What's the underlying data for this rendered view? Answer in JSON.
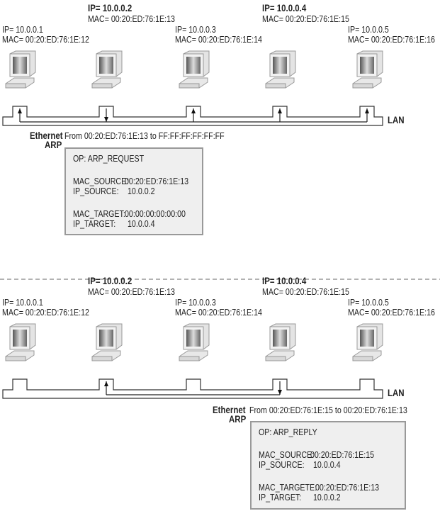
{
  "hosts": [
    {
      "ip": "IP= 10.0.0.1",
      "mac": "MAC= 00:20:ED:76:1E:12"
    },
    {
      "ip": "IP= 10.0.0.2",
      "mac": "MAC= 00:20:ED:76:1E:13"
    },
    {
      "ip": "IP= 10.0.0.3",
      "mac": "MAC= 00:20:ED:76:1E:14"
    },
    {
      "ip": "IP= 10.0.0.4",
      "mac": "MAC= 00:20:ED:76:1E:15"
    },
    {
      "ip": "IP= 10.0.0.5",
      "mac": "MAC= 00:20:ED:76:1E:16"
    }
  ],
  "lan_label": "LAN",
  "request": {
    "ethernet_label": "Ethernet",
    "ethernet_text": "From 00:20:ED:76:1E:13 to FF:FF:FF:FF:FF:FF",
    "arp_label": "ARP",
    "op": "OP: ARP_REQUEST",
    "mac_source_label": "MAC_SOURCE:",
    "mac_source": "00:20:ED:76:1E:13",
    "ip_source_label": "IP_SOURCE:",
    "ip_source": "10.0.0.2",
    "mac_target_label": "MAC_TARGET:",
    "mac_target": "00:00:00:00:00:00",
    "ip_target_label": "IP_TARGET:",
    "ip_target": "10.0.0.4"
  },
  "reply": {
    "ethernet_label": "Ethernet",
    "ethernet_text": "From 00:20:ED:76:1E:15 to 00:20:ED:76:1E:13",
    "arp_label": "ARP",
    "op": "OP: ARP_REPLY",
    "mac_source_label": "MAC_SOURCE:",
    "mac_source": "00:20:ED:76:1E:15",
    "ip_source_label": "IP_SOURCE:",
    "ip_source": "10.0.0.4",
    "mac_target_label": "MAC_TARGETE:",
    "mac_target": "00:20:ED:76:1E:13",
    "ip_target_label": "IP_TARGET:",
    "ip_target": "10.0.0.2"
  }
}
